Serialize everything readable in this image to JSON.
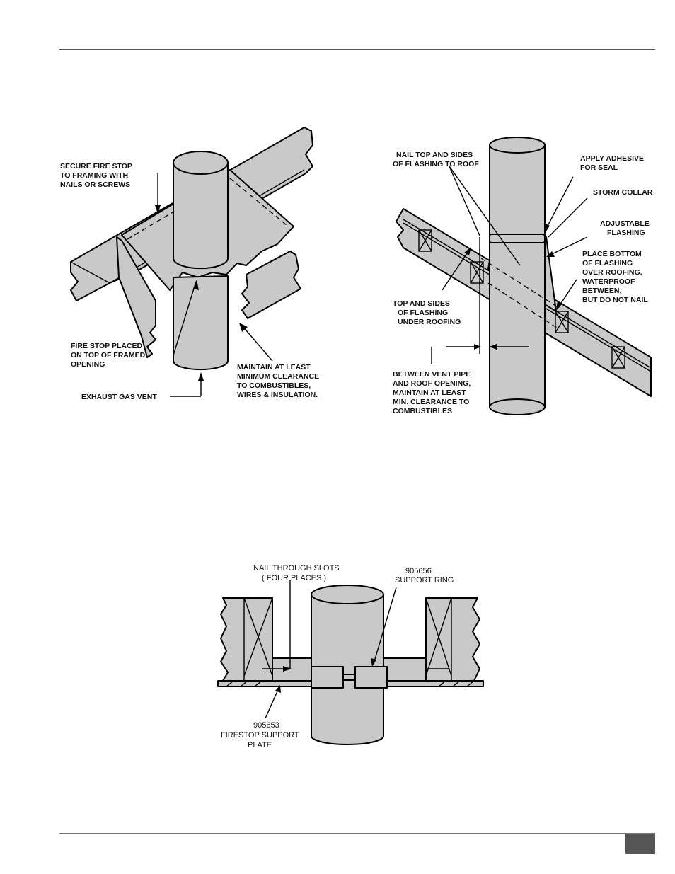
{
  "figures": {
    "firestop": {
      "labels": {
        "secure_line1": "SECURE FIRE STOP",
        "secure_line2": "TO FRAMING WITH",
        "secure_line3": "NAILS OR SCREWS",
        "placed_line1": "FIRE STOP PLACED",
        "placed_line2": "ON TOP OF FRAMED",
        "placed_line3": "OPENING",
        "maintain_line1": "MAINTAIN AT LEAST",
        "maintain_line2": "MINIMUM CLEARANCE",
        "maintain_line3": "TO COMBUSTIBLES,",
        "maintain_line4": "WIRES & INSULATION.",
        "exhaust": "EXHAUST GAS VENT"
      }
    },
    "roof_flashing": {
      "labels": {
        "nail_line1": "NAIL TOP AND SIDES",
        "nail_line2": "OF FLASHING TO ROOF",
        "adhesive_line1": "APPLY ADHESIVE",
        "adhesive_line2": "FOR SEAL",
        "storm_collar": "STORM COLLAR",
        "adjustable_line1": "ADJUSTABLE",
        "adjustable_line2": "FLASHING",
        "place_line1": "PLACE BOTTOM",
        "place_line2": "OF FLASHING",
        "place_line3": "OVER ROOFING,",
        "place_line4": "WATERPROOF",
        "place_line5": "BETWEEN,",
        "place_line6": "BUT DO NOT NAIL",
        "under_line1": "TOP AND SIDES",
        "under_line2": "OF FLASHING",
        "under_line3": "UNDER ROOFING",
        "between_line1": "BETWEEN VENT PIPE",
        "between_line2": "AND ROOF OPENING,",
        "between_line3": "MAINTAIN AT LEAST",
        "between_line4": "MIN. CLEARANCE TO",
        "between_line5": "COMBUSTIBLES"
      }
    },
    "support_plate": {
      "labels": {
        "slots_line1": "NAIL THROUGH SLOTS",
        "slots_line2": "( FOUR PLACES )",
        "ring_line1": "905656",
        "ring_line2": "SUPPORT RING",
        "plate_line1": "905653",
        "plate_line2": "FIRESTOP SUPPORT",
        "plate_line3": "PLATE"
      }
    }
  }
}
